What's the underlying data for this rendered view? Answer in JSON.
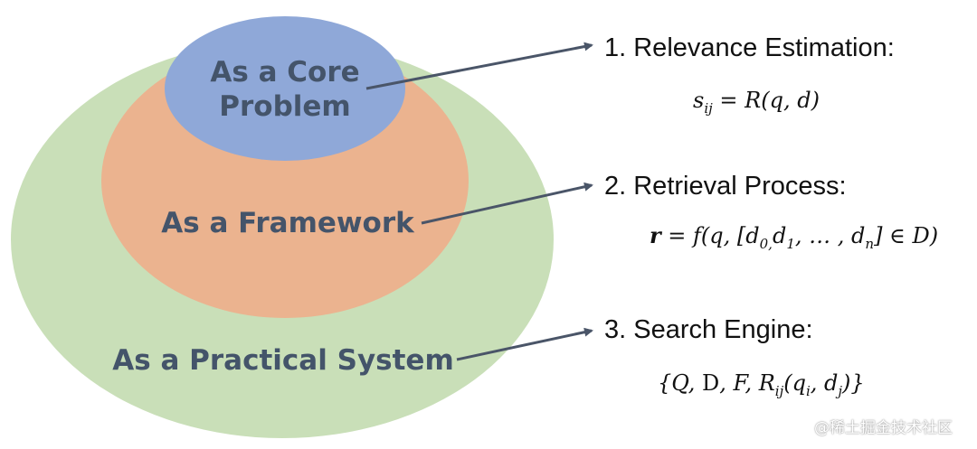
{
  "rings": [
    {
      "id": "outer",
      "label": "As a Practical System",
      "color": "#c9dfb8"
    },
    {
      "id": "middle",
      "label": "As a Framework",
      "color": "#ebb38f"
    },
    {
      "id": "inner",
      "label_lines": [
        "As a Core",
        "Problem"
      ],
      "color": "#8fa8d8"
    }
  ],
  "items": [
    {
      "heading": "1. Relevance Estimation:",
      "formula": {
        "lhs": "s",
        "lhs_sub": "ij",
        "rhs": "R(q, d)"
      }
    },
    {
      "heading": "2. Retrieval Process:",
      "formula": {
        "lhs": "r",
        "fn": "f(q, [d",
        "d0_sub": "0,",
        "d1": "d",
        "d1_sub": "1",
        "mid": ", … , d",
        "dn_sub": "n",
        "tail": "] ∈ D)"
      }
    },
    {
      "heading": "3. Search Engine:",
      "formula": {
        "open": "{Q, ",
        "d_upright": "D",
        "rest": ", F, R",
        "r_sub": "ij",
        "q": "(q",
        "q_sub": "i",
        "comma": ", d",
        "d_sub": "j",
        "close": ")}"
      }
    }
  ],
  "arrow_color": "#4a5568",
  "label_color": "#44546a",
  "watermark": "@稀土掘金技术社区"
}
